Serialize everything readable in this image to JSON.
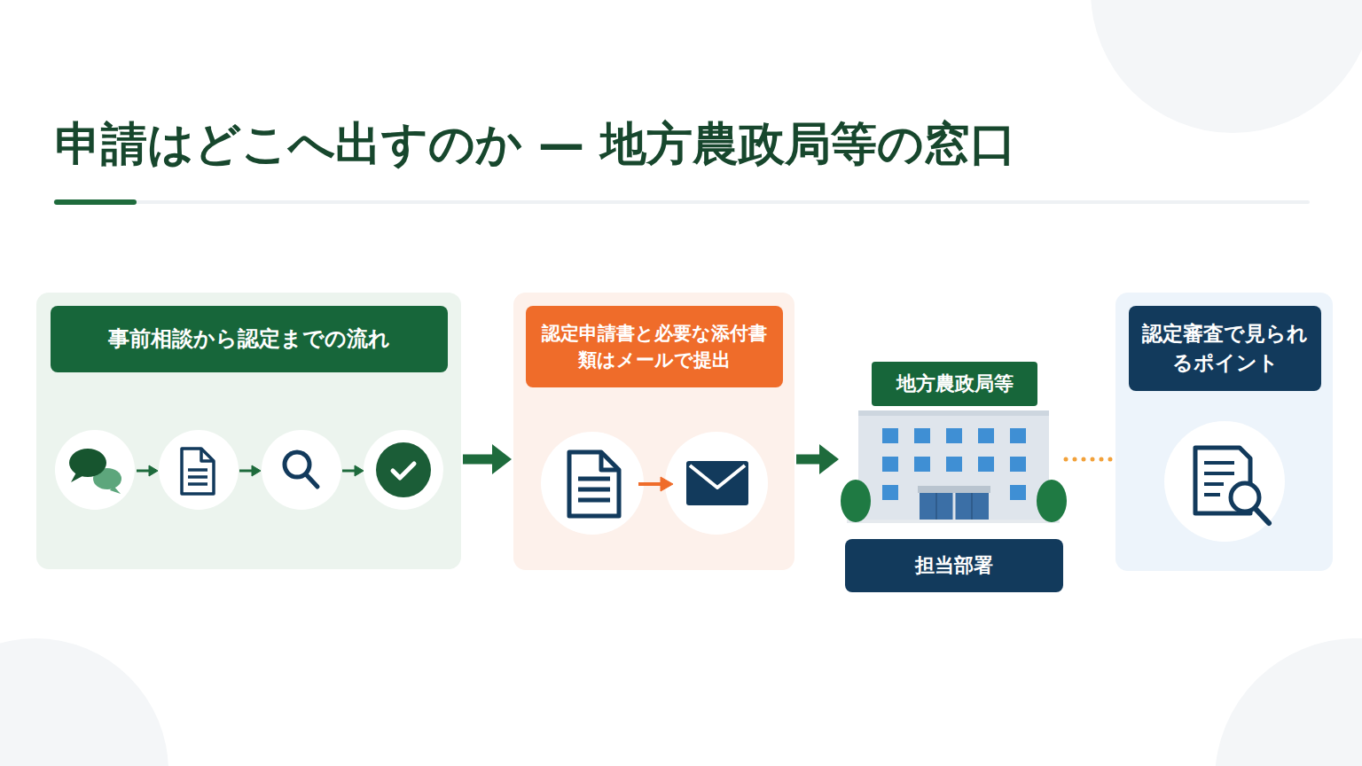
{
  "diagram": {
    "title": "申請はどこへ出すのか — 地方農政局等の窓口",
    "nodes": [
      {
        "text": [
          "事前相談から認定までの流れ"
        ]
      },
      {
        "text": [
          "認定申請書と必要な添付書類はメールで提出"
        ]
      },
      {
        "text": [
          "地方農政局等",
          "担当部署"
        ]
      },
      {
        "text": [
          "認定審査で見られるポイント"
        ]
      }
    ],
    "edges": [
      {
        "from": 0,
        "to": 1,
        "arrow": "to"
      },
      {
        "from": 1,
        "to": 2,
        "arrow": "to"
      },
      {
        "from": 2,
        "to": 3,
        "arrow": "none"
      }
    ]
  }
}
